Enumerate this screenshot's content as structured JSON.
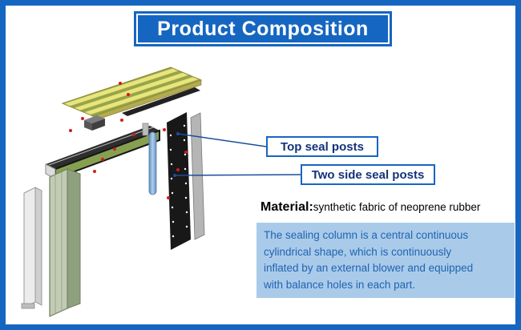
{
  "title": "Product Composition",
  "callouts": [
    {
      "label": "Top seal posts"
    },
    {
      "label": "Two side seal posts"
    }
  ],
  "material": {
    "label": "Material:",
    "value": "synthetic fabric of neoprene rubber"
  },
  "info_box": {
    "lines": [
      "The sealing column is a central continuous",
      "cylindrical shape, which is continuously",
      "inflated by an external blower and equipped",
      "with balance holes in  each part."
    ]
  },
  "colors": {
    "accent_blue": "#1566c1",
    "callout_text": "#13337a",
    "info_box_bg": "#a9cbe9",
    "info_box_text": "#2263b2",
    "marker_red": "#d11c1c",
    "seal_post_blue": "#7aa7d6"
  }
}
